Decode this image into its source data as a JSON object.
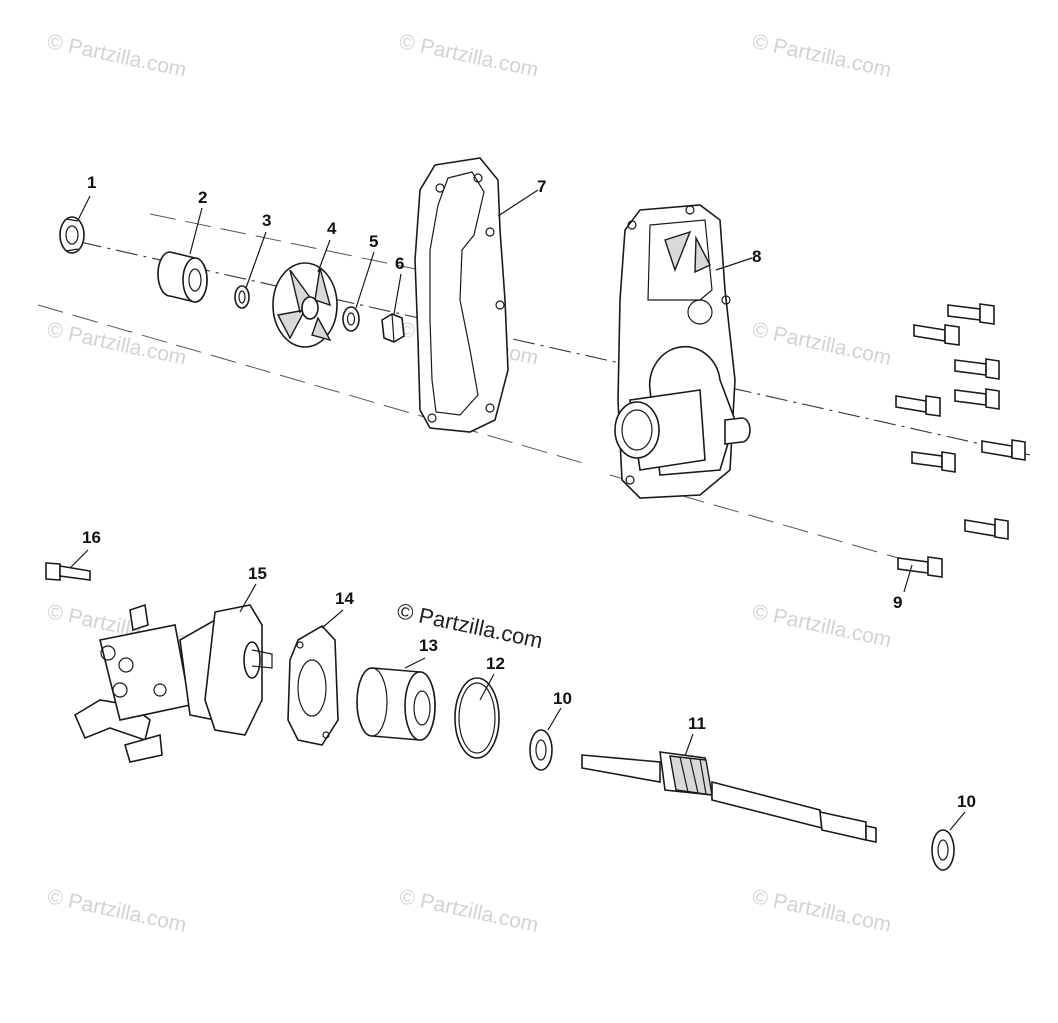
{
  "watermark": {
    "repeat_text": "© Partzilla.com",
    "main_text": "© Partzilla.com"
  },
  "callouts": [
    "1",
    "2",
    "3",
    "4",
    "5",
    "6",
    "7",
    "8",
    "9",
    "10",
    "10",
    "11",
    "12",
    "13",
    "14",
    "15",
    "16"
  ],
  "colors": {
    "line": "#1a1a1a",
    "watermark": "#d2d2d2",
    "background": "#ffffff"
  }
}
